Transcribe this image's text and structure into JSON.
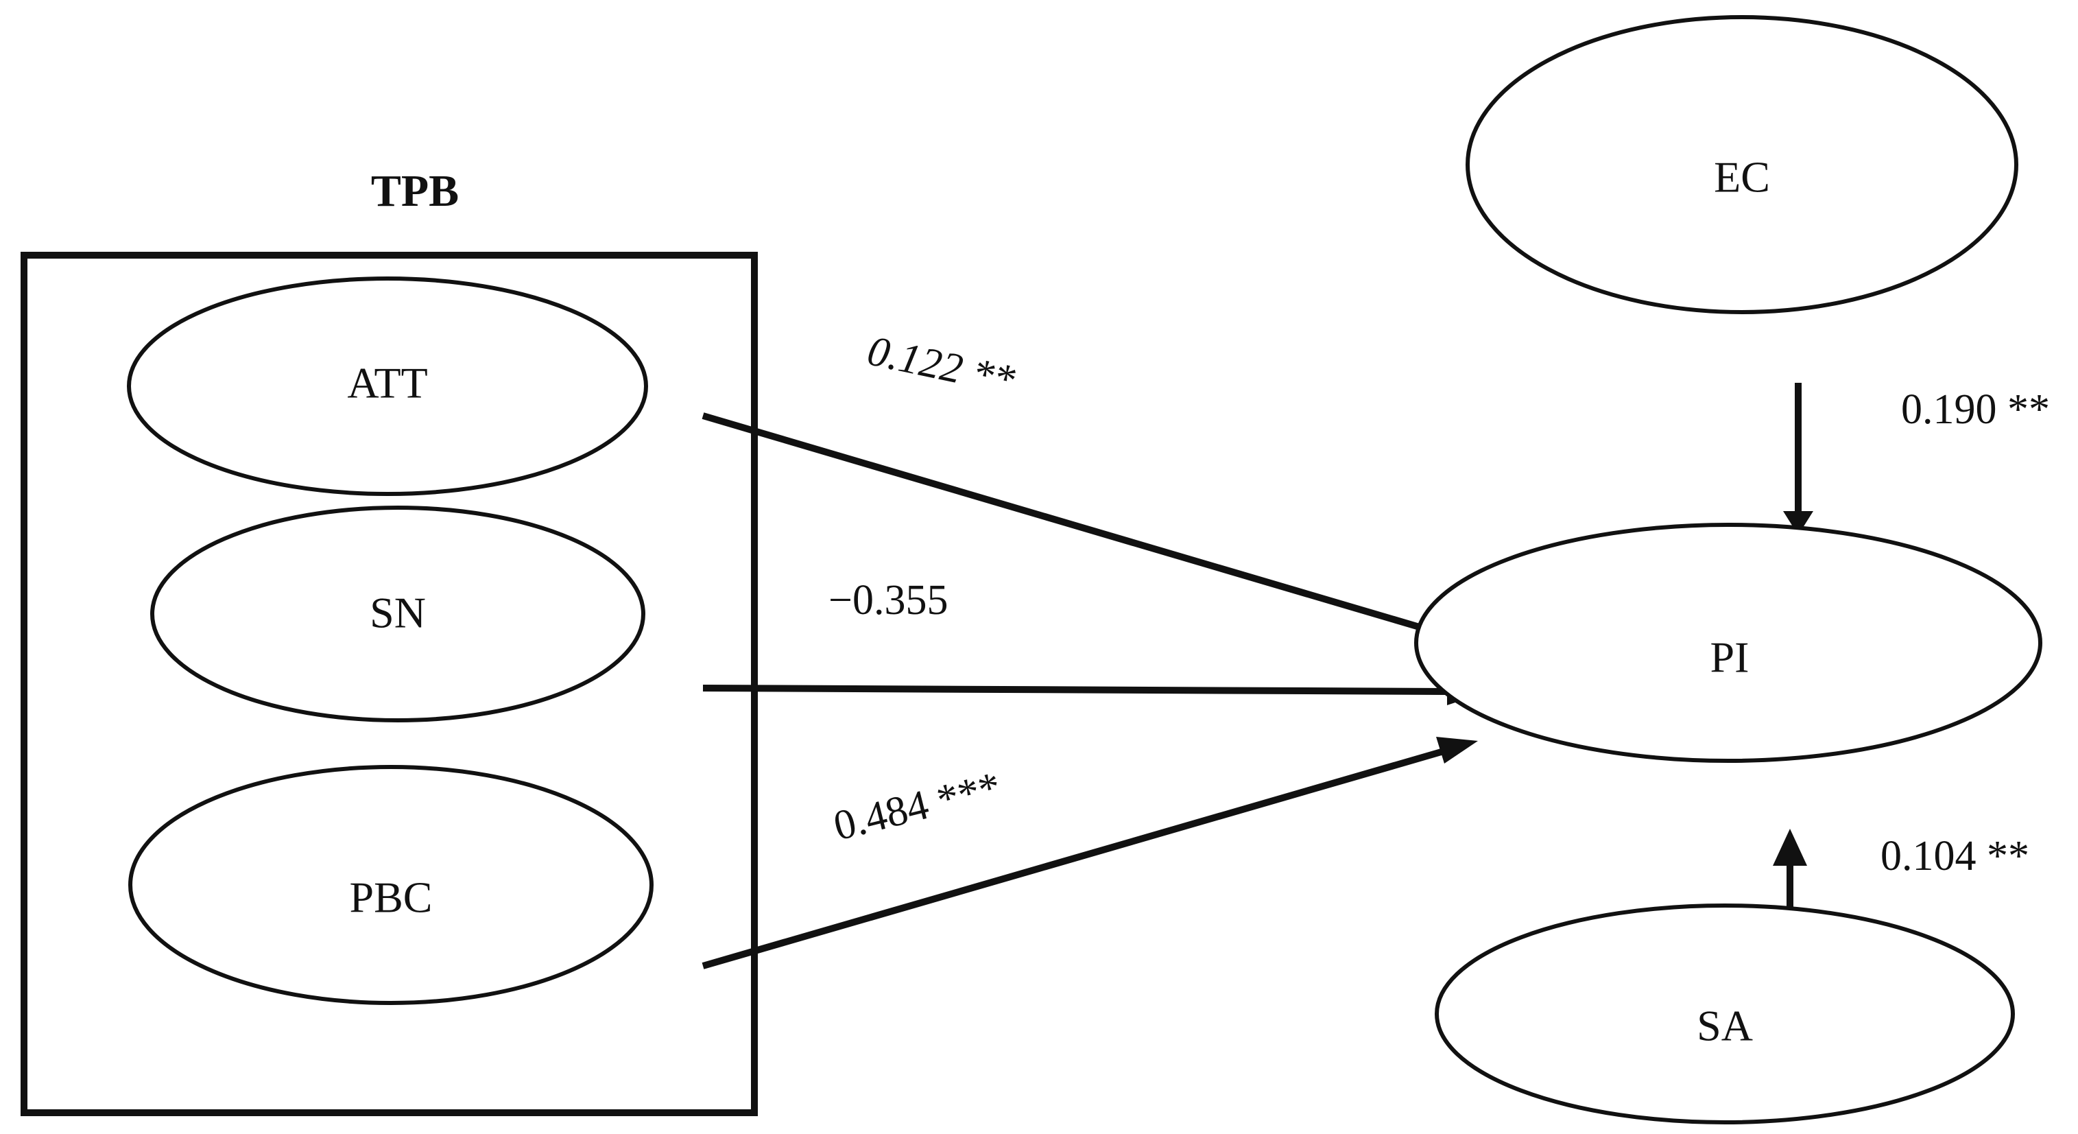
{
  "group": {
    "title": "TPB"
  },
  "nodes": {
    "att": "ATT",
    "sn": "SN",
    "pbc": "PBC",
    "pi": "PI",
    "ec": "EC",
    "sa": "SA"
  },
  "paths": {
    "att_pi": "0.122 **",
    "sn_pi": "−0.355",
    "pbc_pi": "0.484 ***",
    "ec_pi": "0.190 **",
    "sa_pi": "0.104 **"
  },
  "colors": {
    "stroke": "#111111",
    "background": "#ffffff"
  }
}
